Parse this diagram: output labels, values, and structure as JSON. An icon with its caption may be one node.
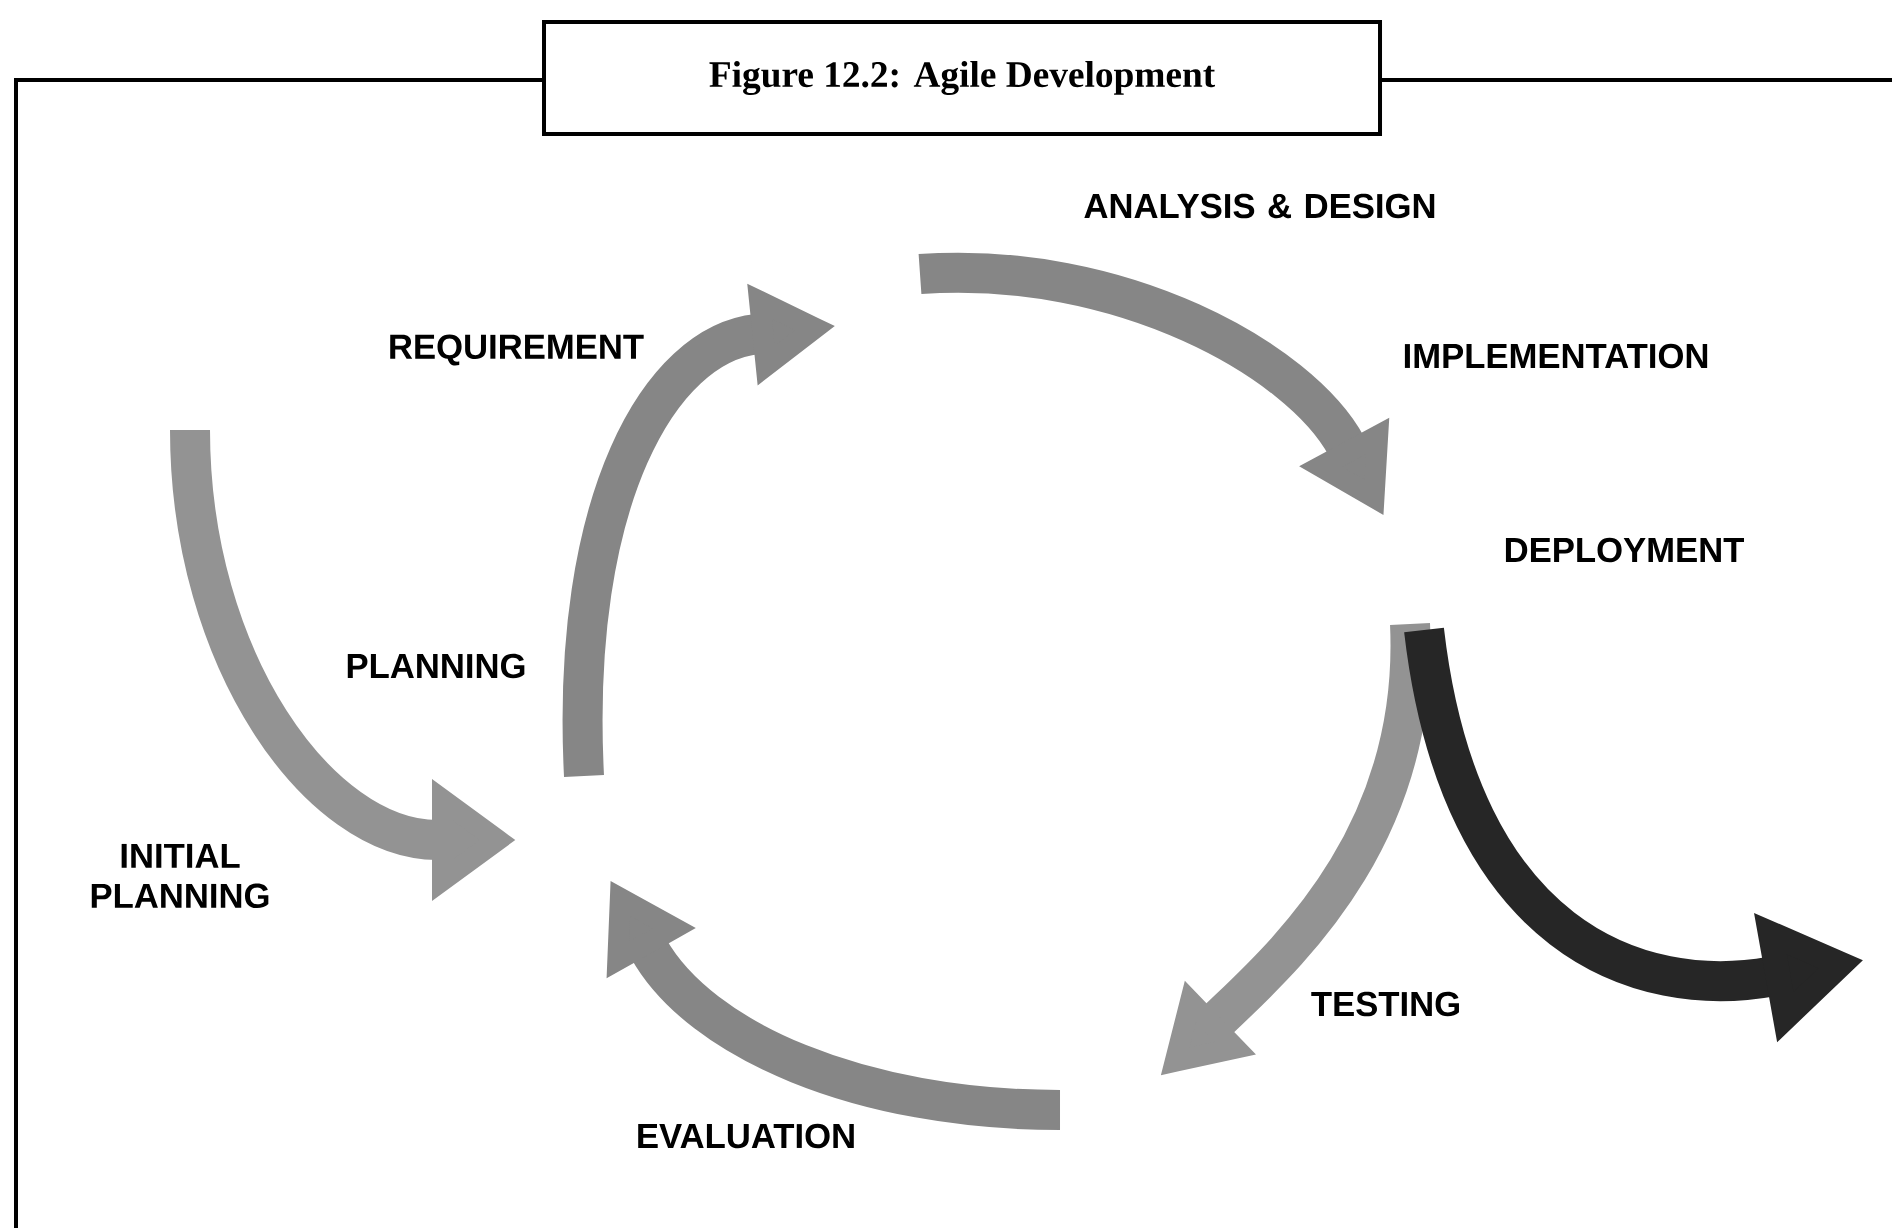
{
  "diagram": {
    "title": "Figure 12.2: Agile Development",
    "labels": [
      "ANALYSIS & DESIGN",
      "REQUIREMENT",
      "IMPLEMENTATION",
      "DEPLOYMENT",
      "PLANNING",
      "INITIAL PLANNING",
      "TESTING",
      "EVALUATION"
    ]
  }
}
